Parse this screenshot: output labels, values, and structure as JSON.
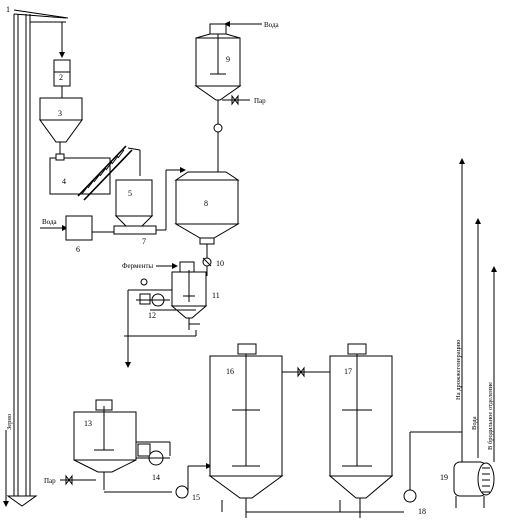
{
  "labels": {
    "voda_top": "Вода",
    "voda_left": "Вода",
    "par_top": "Пар",
    "par_bottom": "Пар",
    "fermenty": "Ферменты",
    "zerno": "Зерно",
    "out_propagation": "На дрожжегенерацию",
    "out_water": "Вода",
    "out_fermentation": "В бродильное отделение"
  },
  "numbers": [
    "1",
    "2",
    "3",
    "4",
    "5",
    "6",
    "7",
    "8",
    "9",
    "10",
    "11",
    "12",
    "13",
    "14",
    "15",
    "16",
    "17",
    "18",
    "19"
  ]
}
